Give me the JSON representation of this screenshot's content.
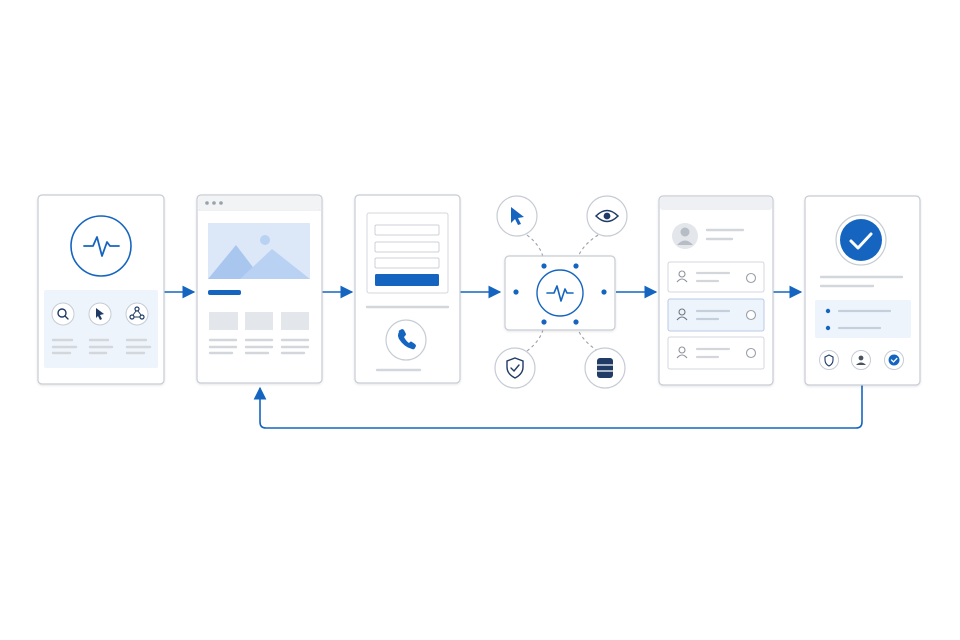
{
  "title": "",
  "colors": {
    "accent": "#1565c0",
    "accent_light": "#dce8f8",
    "panel_fill": "#eef4fc",
    "frame_stroke": "#c6ccd4",
    "placeholder": "#e3e6ea",
    "line": "#d3d7dc",
    "icon_gray": "#8c939b"
  },
  "cards": [
    {
      "id": "overview",
      "icons": [
        "pulse-icon",
        "search-icon",
        "cursor-icon",
        "share-icon"
      ]
    },
    {
      "id": "browser",
      "icons": [
        "image-placeholder-icon"
      ]
    },
    {
      "id": "form",
      "icons": [
        "phone-icon"
      ]
    },
    {
      "id": "hub",
      "icons": [
        "pulse-icon",
        "cursor-icon",
        "eye-icon",
        "shield-check-icon",
        "database-icon"
      ]
    },
    {
      "id": "user-list",
      "icons": [
        "user-icon",
        "user-icon",
        "user-icon"
      ],
      "selected_row": 2
    },
    {
      "id": "confirmation",
      "icons": [
        "check-circle-icon",
        "shield-check-icon",
        "user-icon",
        "check-circle-icon"
      ]
    }
  ],
  "connections": [
    {
      "from": "overview",
      "to": "browser"
    },
    {
      "from": "browser",
      "to": "form"
    },
    {
      "from": "form",
      "to": "hub"
    },
    {
      "from": "hub",
      "to": "user-list"
    },
    {
      "from": "user-list",
      "to": "confirmation"
    },
    {
      "from": "confirmation",
      "to": "browser",
      "type": "loop-back"
    }
  ]
}
